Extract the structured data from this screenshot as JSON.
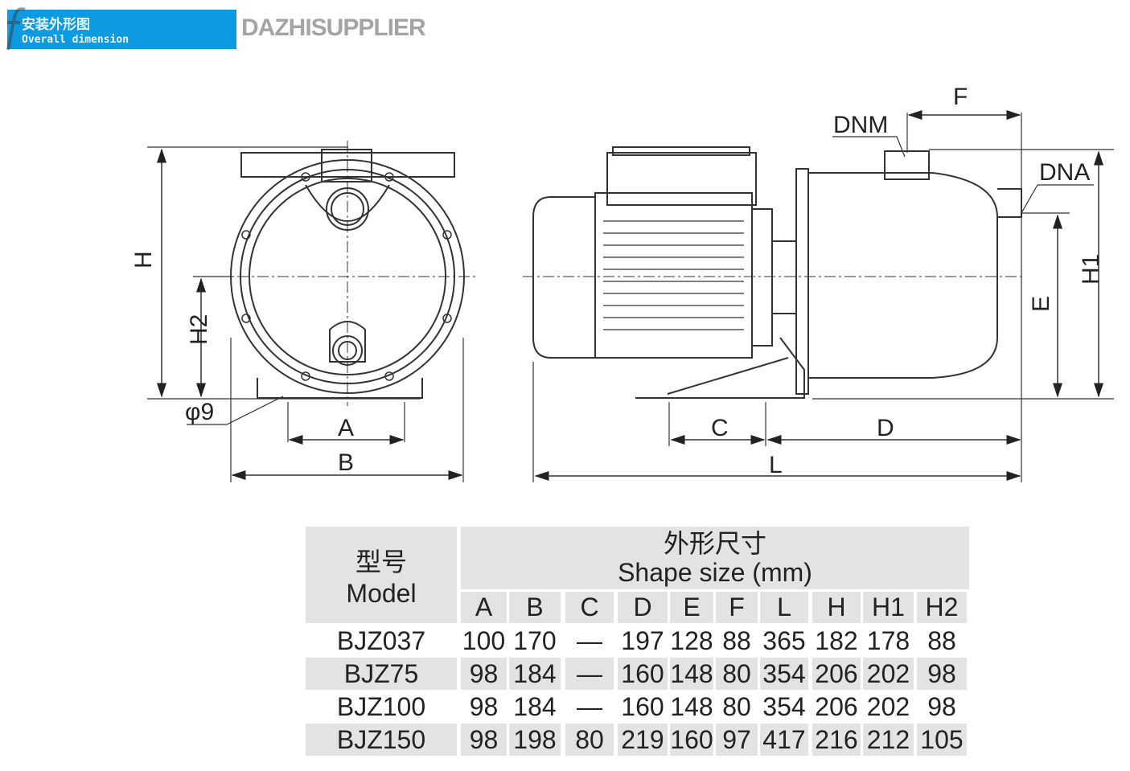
{
  "banner": {
    "title_cn": "安装外形图",
    "title_en": "Overall dimension",
    "watermark": "DAZHISUPPLIER"
  },
  "drawing": {
    "labels": {
      "H": "H",
      "H2": "H2",
      "phi9": "φ9",
      "A": "A",
      "B": "B",
      "DNM": "DNM",
      "F": "F",
      "DNA": "DNA",
      "H1": "H1",
      "E": "E",
      "C": "C",
      "D": "D",
      "L": "L"
    }
  },
  "table": {
    "model_header_cn": "型号",
    "model_header_en": "Model",
    "size_header_cn": "外形尺寸",
    "size_header_en": "Shape size (mm)",
    "columns": [
      "A",
      "B",
      "C",
      "D",
      "E",
      "F",
      "L",
      "H",
      "H1",
      "H2"
    ],
    "rows": [
      {
        "model": "BJZ037",
        "values": [
          "100",
          "170",
          "—",
          "197",
          "128",
          "88",
          "365",
          "182",
          "178",
          "88"
        ]
      },
      {
        "model": "BJZ75",
        "values": [
          "98",
          "184",
          "—",
          "160",
          "148",
          "80",
          "354",
          "206",
          "202",
          "98"
        ]
      },
      {
        "model": "BJZ100",
        "values": [
          "98",
          "184",
          "—",
          "160",
          "148",
          "80",
          "354",
          "206",
          "202",
          "98"
        ]
      },
      {
        "model": "BJZ150",
        "values": [
          "98",
          "198",
          "80",
          "219",
          "160",
          "97",
          "417",
          "216",
          "212",
          "105"
        ]
      }
    ]
  }
}
